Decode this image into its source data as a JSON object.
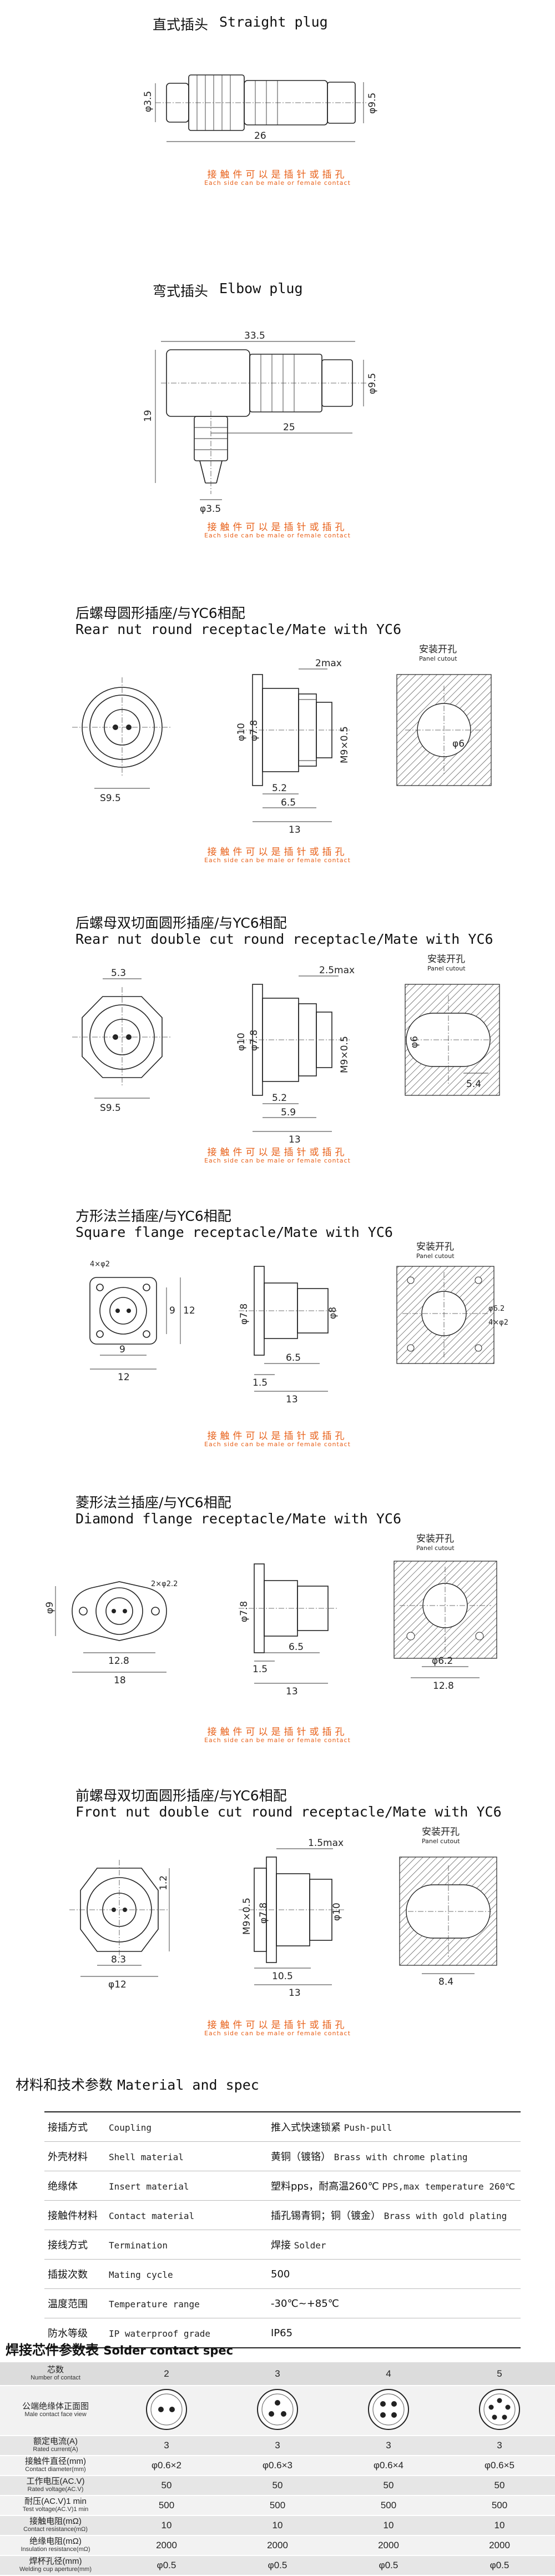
{
  "pattern": {
    "note_zh": "接触件可以是插针或插孔",
    "note_en": "Each side can be male or female contact",
    "panel_zh": "安装开孔",
    "panel_en": "Panel cutout"
  },
  "sections": {
    "straight": {
      "zh": "直式插头",
      "en": "Straight plug",
      "dims": {
        "d1": "φ3.5",
        "d2": "φ9.5",
        "len": "26"
      }
    },
    "elbow": {
      "zh": "弯式插头",
      "en": "Elbow plug",
      "dims": {
        "top": "33.5",
        "dia": "φ9.5",
        "h": "19",
        "len": "25",
        "dc": "φ3.5"
      }
    },
    "rear_round": {
      "zh": "后螺母圆形插座/与YC6相配",
      "en": "Rear nut round receptacle/Mate with YC6",
      "dims": {
        "flat": "S9.5",
        "max": "2max",
        "d10": "φ10",
        "d78": "φ7.8",
        "d52": "5.2",
        "d65": "6.5",
        "d13": "13",
        "m": "M9×0.5",
        "d6": "φ6"
      }
    },
    "rear_double": {
      "zh": "后螺母双切面圆形插座/与YC6相配",
      "en": "Rear nut double cut round receptacle/Mate with YC6",
      "dims": {
        "top": "5.3",
        "flat": "S9.5",
        "max": "2.5max",
        "d10": "φ10",
        "d78": "φ7.8",
        "d52": "5.2",
        "d59": "5.9",
        "d13": "13",
        "m": "M9×0.5",
        "d6": "φ6",
        "d54": "5.4"
      }
    },
    "square": {
      "zh": "方形法兰插座/与YC6相配",
      "en": "Square flange receptacle/Mate with YC6",
      "dims": {
        "hole": "4×φ2",
        "d9": "9",
        "d12": "12",
        "d78": "φ7.8",
        "d65": "6.5",
        "d15": "1.5",
        "d13": "13",
        "d8": "φ8",
        "d62": "φ6.2",
        "cut": "4×φ2",
        "d9b": "9",
        "d12b": "12"
      }
    },
    "diamond": {
      "zh": "菱形法兰插座/与YC6相配",
      "en": "Diamond flange receptacle/Mate with YC6",
      "dims": {
        "hole": "2×φ2.2",
        "d9": "φ9",
        "d128": "12.8",
        "d18": "18",
        "d78": "φ7.8",
        "d15": "1.5",
        "d65": "6.5",
        "d13": "13",
        "d62": "φ6.2",
        "d128b": "12.8"
      }
    },
    "front_double": {
      "zh": "前螺母双切面圆形插座/与YC6相配",
      "en": "Front nut double cut round receptacle/Mate with YC6",
      "dims": {
        "max": "1.5max",
        "d12": "1.2",
        "d83": "8.3",
        "dd12": "φ12",
        "m": "M9×0.5",
        "d10": "φ10",
        "d78": "φ7.8",
        "d105": "10.5",
        "d13": "13",
        "d84": "8.4"
      }
    }
  },
  "material": {
    "heading_zh": "材料和技术参数",
    "heading_en": "Material and spec",
    "rows": [
      {
        "kz": "接插方式",
        "ke": "Coupling",
        "vz": "推入式快速锁紧",
        "ve": "Push-pull"
      },
      {
        "kz": "外壳材料",
        "ke": "Shell material",
        "vz": "黄铜（镀铬）",
        "ve": "Brass with chrome plating"
      },
      {
        "kz": "绝缘体",
        "ke": "Insert material",
        "vz": "塑料pps，耐高温260℃",
        "ve": "PPS,max temperature 260℃"
      },
      {
        "kz": "接触件材料",
        "ke": "Contact material",
        "vz": "插孔锡青铜；铜（镀金）",
        "ve": "Brass with gold plating"
      },
      {
        "kz": "接线方式",
        "ke": "Termination",
        "vz": "焊接",
        "ve": "Solder"
      },
      {
        "kz": "插拔次数",
        "ke": "Mating cycle",
        "vz": "500",
        "ve": ""
      },
      {
        "kz": "温度范围",
        "ke": "Temperature range",
        "vz": "-30℃~+85℃",
        "ve": ""
      },
      {
        "kz": "防水等级",
        "ke": "IP waterproof grade",
        "vz": "IP65",
        "ve": ""
      }
    ]
  },
  "solder": {
    "heading_zh": "焊接芯件参数表",
    "heading_en": "Solder contact spec",
    "rows": [
      {
        "lz": "芯数",
        "le": "Number of contact",
        "v": [
          "2",
          "3",
          "4",
          "5"
        ]
      },
      {
        "lz": "公端绝缘体正面图",
        "le": "Male contact face view",
        "v": [
          "",
          "",
          "",
          ""
        ]
      },
      {
        "lz": "额定电流(A)",
        "le": "Rated current(A)",
        "v": [
          "3",
          "3",
          "3",
          "3"
        ]
      },
      {
        "lz": "接触件直径(mm)",
        "le": "Contact diameter(mm)",
        "v": [
          "φ0.6×2",
          "φ0.6×3",
          "φ0.6×4",
          "φ0.6×5"
        ]
      },
      {
        "lz": "工作电压(AC.V)",
        "le": "Rated voltage(AC.V)",
        "v": [
          "50",
          "50",
          "50",
          "50"
        ]
      },
      {
        "lz": "耐压(AC.V)1 min",
        "le": "Test voltage(AC.V)1 min",
        "v": [
          "500",
          "500",
          "500",
          "500"
        ]
      },
      {
        "lz": "接触电阻(mΩ)",
        "le": "Contact resistance(mΩ)",
        "v": [
          "10",
          "10",
          "10",
          "10"
        ]
      },
      {
        "lz": "绝缘电阻(mΩ)",
        "le": "Insulation resistance(mΩ)",
        "v": [
          "2000",
          "2000",
          "2000",
          "2000"
        ]
      },
      {
        "lz": "焊杯孔径(mm)",
        "le": "Welding cup aperture(mm)",
        "v": [
          "φ0.5",
          "φ0.5",
          "φ0.5",
          "φ0.5"
        ]
      }
    ]
  }
}
